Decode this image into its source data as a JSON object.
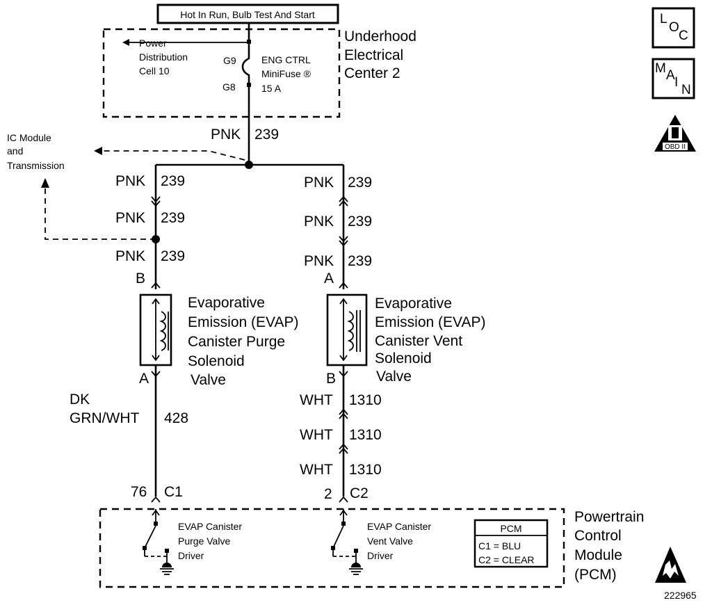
{
  "power_source": {
    "label": "Hot In Run, Bulb Test And Start"
  },
  "underhood_center": {
    "title_lines": [
      "Underhood",
      "Electrical",
      "Center 2"
    ]
  },
  "power_cell": {
    "lines": [
      "Power",
      "Distribution",
      "Cell 10"
    ]
  },
  "fuse": {
    "pin_in": "G9",
    "pin_out": "G8",
    "lines": [
      "ENG CTRL",
      "MiniFuse ®",
      "15 A"
    ]
  },
  "main_wire": {
    "color": "PNK",
    "circuit": "239"
  },
  "branch": {
    "lines": [
      "IC Module",
      "and",
      "Transmission"
    ]
  },
  "left_wires": [
    {
      "color": "PNK",
      "circuit": "239"
    },
    {
      "color": "PNK",
      "circuit": "239"
    },
    {
      "color": "PNK",
      "circuit": "239"
    }
  ],
  "right_wires": [
    {
      "color": "PNK",
      "circuit": "239"
    },
    {
      "color": "PNK",
      "circuit": "239"
    },
    {
      "color": "PNK",
      "circuit": "239"
    }
  ],
  "purge_solenoid": {
    "pin_top": "B",
    "pin_bottom": "A",
    "lines": [
      "Evaporative",
      "Emission (EVAP)",
      "Canister  Purge",
      "Solenoid",
      "Valve"
    ]
  },
  "vent_solenoid": {
    "pin_top": "A",
    "pin_bottom": "B",
    "lines": [
      "Evaporative",
      "Emission (EVAP)",
      "Canister  Vent",
      "Solenoid",
      "Valve"
    ]
  },
  "purge_output_wire": {
    "color_line1": "DK",
    "color_line2": "GRN/WHT",
    "circuit": "428"
  },
  "vent_output_wires": [
    {
      "color": "WHT",
      "circuit": "1310"
    },
    {
      "color": "WHT",
      "circuit": "1310"
    },
    {
      "color": "WHT",
      "circuit": "1310"
    }
  ],
  "pcm_pins": {
    "purge": {
      "pin": "76",
      "connector": "C1"
    },
    "vent": {
      "pin": "2",
      "connector": "C2"
    }
  },
  "purge_driver": {
    "lines": [
      "EVAP Canister",
      "Purge Valve",
      "Driver"
    ]
  },
  "vent_driver": {
    "lines": [
      "EVAP Canister",
      "Vent Valve",
      "Driver"
    ]
  },
  "pcm_legend": {
    "title": "PCM",
    "rows": [
      "C1 = BLU",
      "C2 = CLEAR"
    ]
  },
  "pcm": {
    "title_lines": [
      "Powertrain",
      "Control",
      "Module",
      "(PCM)"
    ]
  },
  "icons": {
    "loc": {
      "name": "loc-icon",
      "letters": [
        "L",
        "O",
        "C"
      ]
    },
    "main": {
      "name": "main-icon",
      "letters": [
        "M",
        "A",
        "I",
        "N"
      ]
    },
    "obd": {
      "name": "obd-ii-warning-icon",
      "label": "OBD II"
    },
    "esd": {
      "name": "esd-warning-icon"
    }
  },
  "figure_id": "222965"
}
